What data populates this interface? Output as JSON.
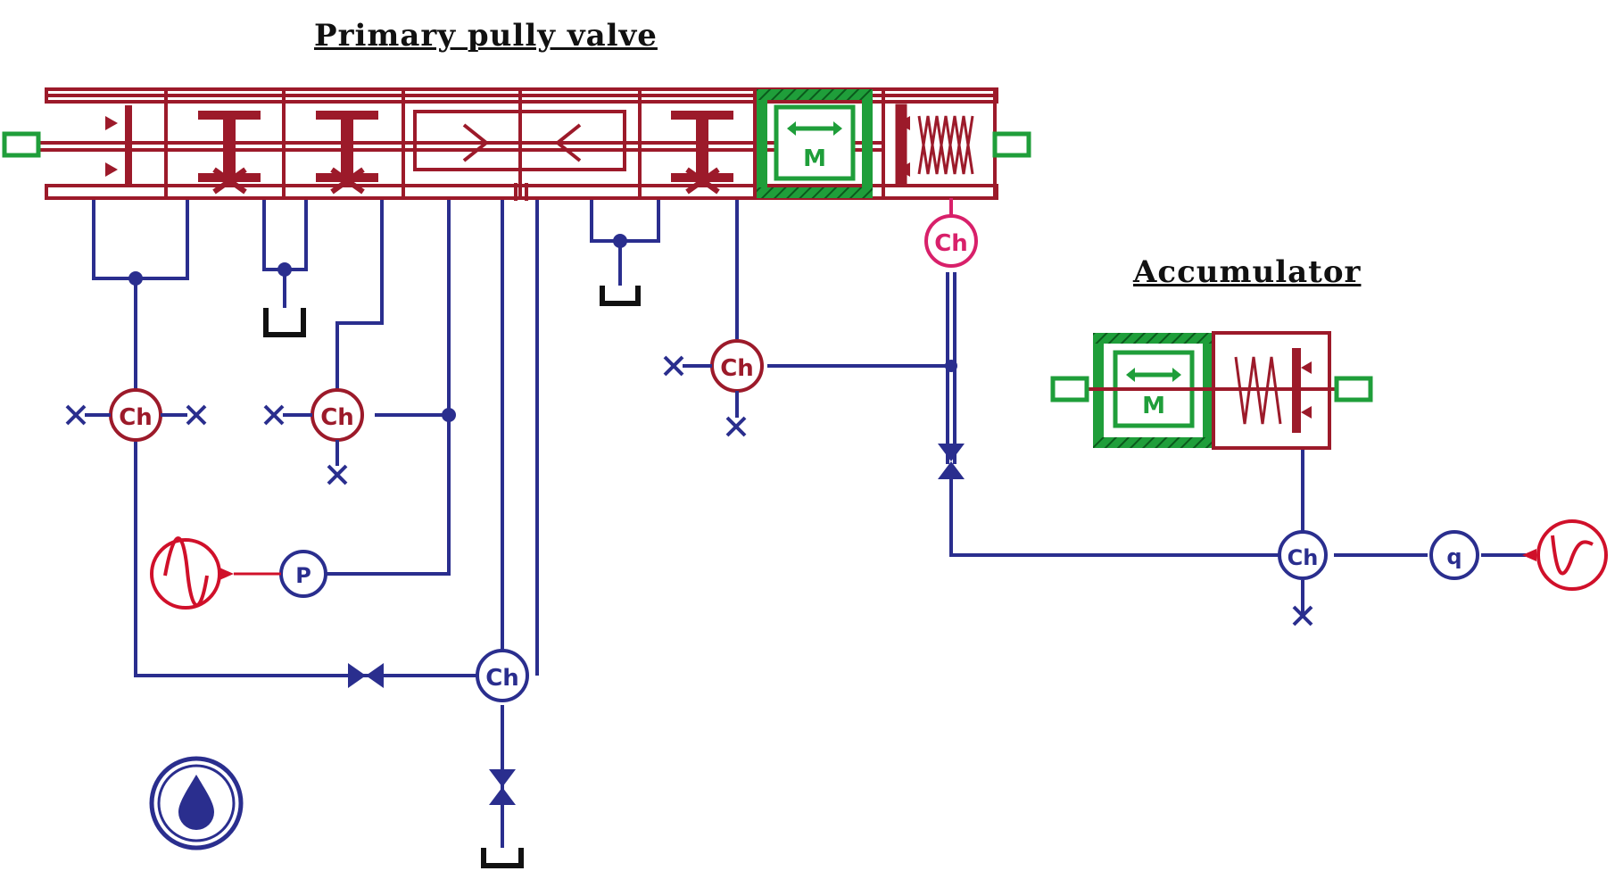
{
  "titles": {
    "valve": "Primary pully valve",
    "accumulator": "Accumulator"
  },
  "labels": {
    "chamber": "Ch",
    "mass": "M",
    "pressure_source": "P",
    "flow_source": "q"
  },
  "colors": {
    "hydraulic_line": "#2a2e8e",
    "valve_body": "#9c1a2a",
    "mass_block": "#1f9e3a",
    "signal": "#d0102a",
    "signal_chamber": "#d8206a",
    "tank": "#111111"
  },
  "icons": {
    "fluid_properties": "droplet-icon",
    "pressure_signal": "sine-wave-icon",
    "flow_signal": "signal-wave-icon"
  }
}
